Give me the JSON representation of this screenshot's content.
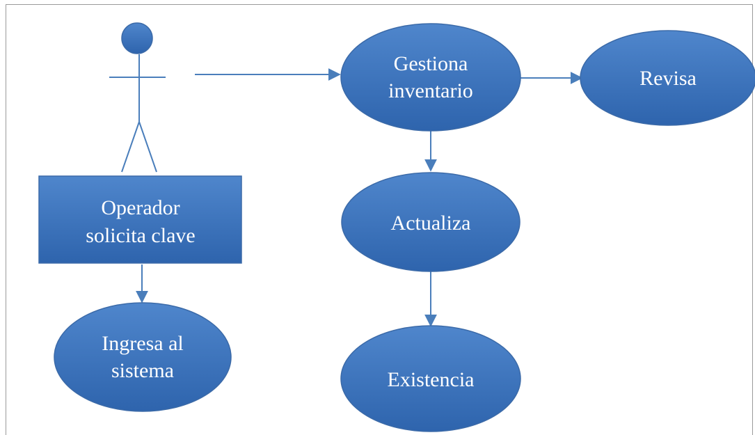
{
  "colors": {
    "shape_fill_top": "#4f86cc",
    "shape_fill_bottom": "#2e64ad",
    "shape_stroke": "#3b6aa8",
    "connector": "#4a7ebb",
    "label": "#ffffff"
  },
  "actor": {
    "box_line1": "Operador",
    "box_line2": "solicita clave"
  },
  "nodes": {
    "ingresa_line1": "Ingresa al",
    "ingresa_line2": "sistema",
    "gestiona_line1": "Gestiona",
    "gestiona_line2": "inventario",
    "revisa": "Revisa",
    "actualiza": "Actualiza",
    "existencia": "Existencia"
  },
  "edges": [
    {
      "from": "actor",
      "to": "gestiona"
    },
    {
      "from": "gestiona",
      "to": "revisa"
    },
    {
      "from": "gestiona",
      "to": "actualiza"
    },
    {
      "from": "actualiza",
      "to": "existencia"
    },
    {
      "from": "operador-box",
      "to": "ingresa"
    }
  ]
}
